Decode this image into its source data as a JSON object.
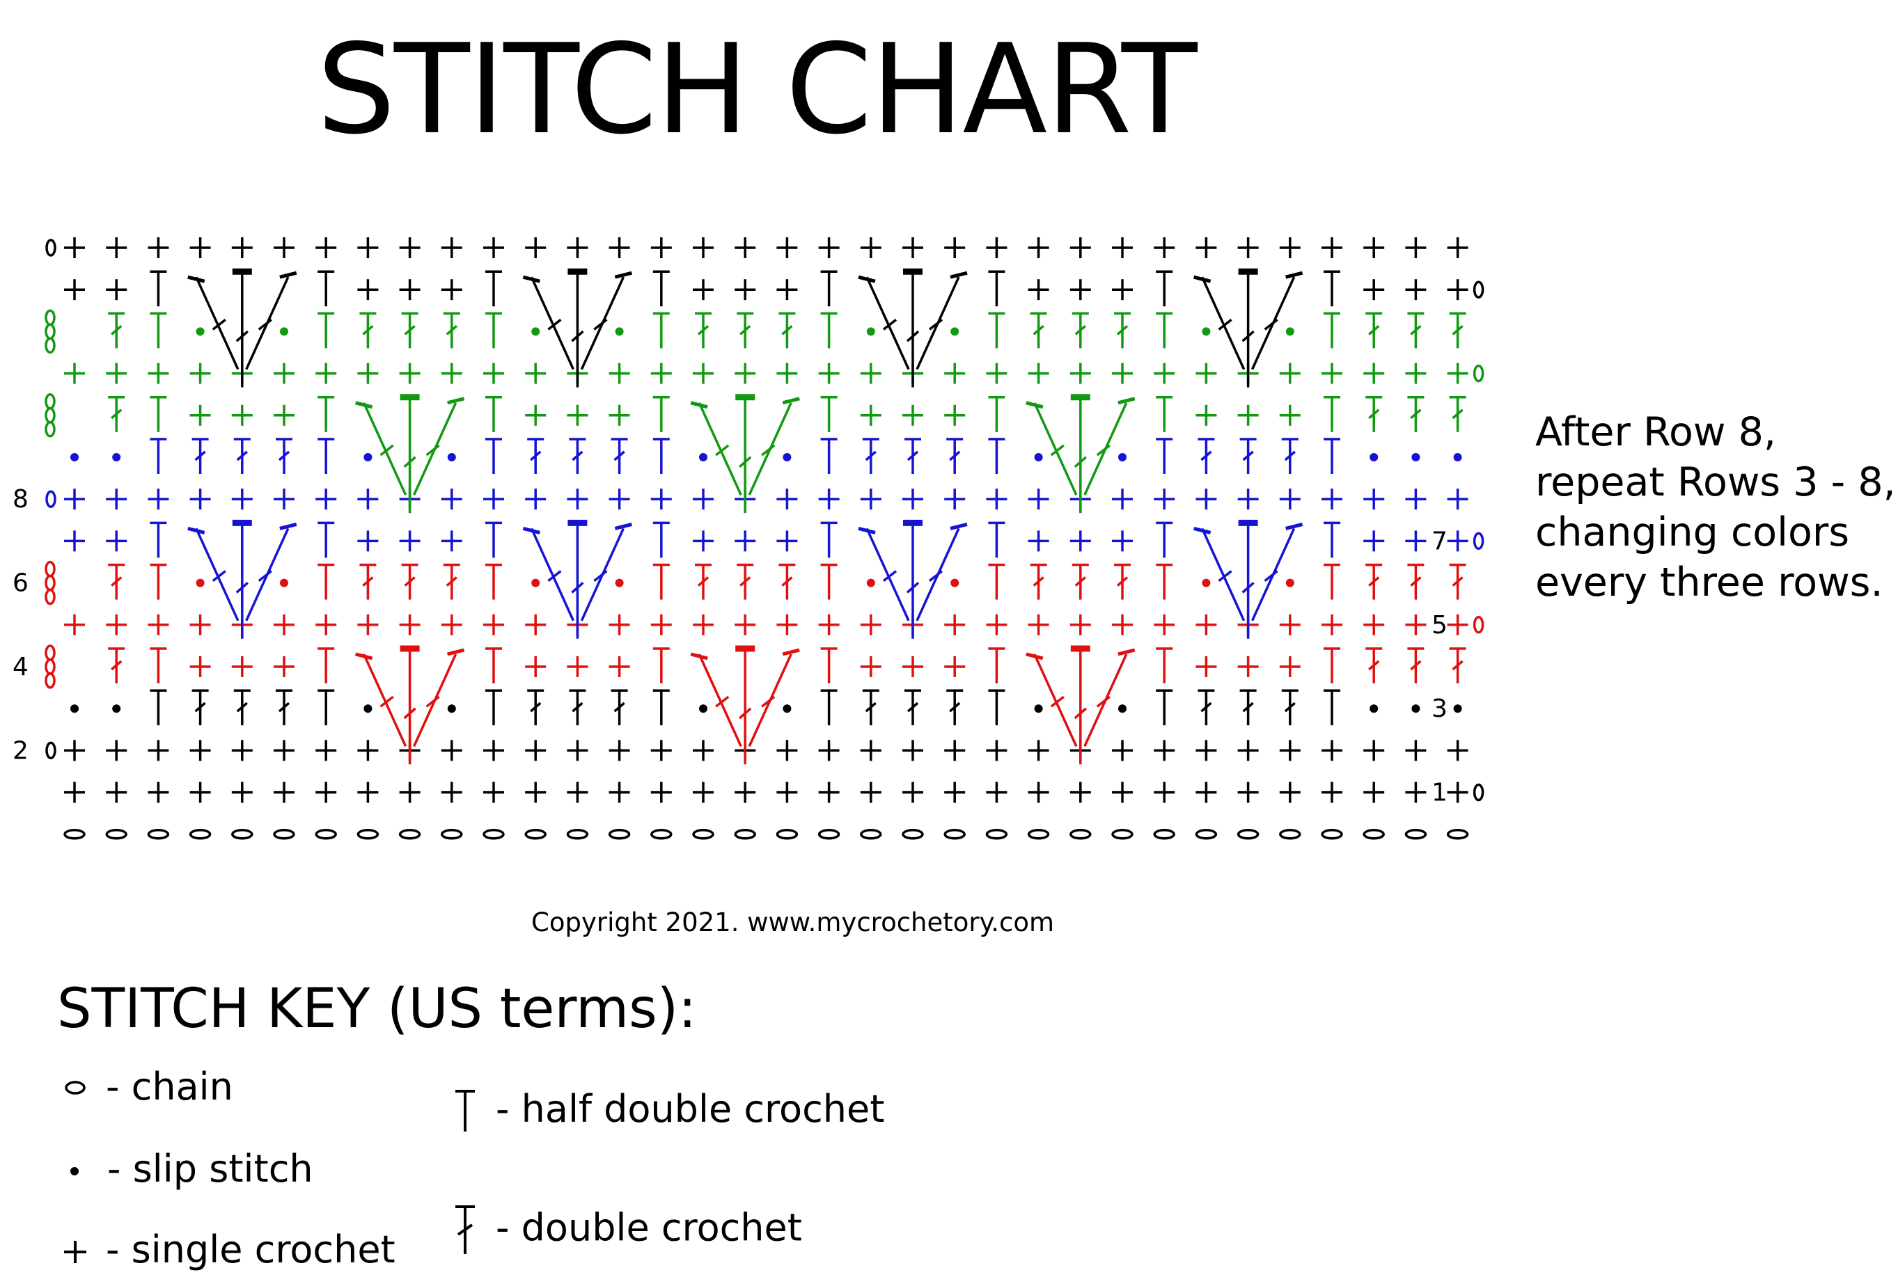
{
  "title": "STITCH CHART",
  "repeat_note": [
    "After Row 8,",
    "repeat Rows 3 - 8,",
    "changing colors",
    "every three rows."
  ],
  "copyright": "Copyright 2021. www.mycrochetory.com",
  "stitch_key": {
    "title": "STITCH KEY (US terms):",
    "entries": [
      {
        "symbol": "chain-icon",
        "label": "- chain"
      },
      {
        "symbol": "slip-stitch-icon",
        "label": "- slip stitch"
      },
      {
        "symbol": "single-crochet-icon",
        "label": "- single crochet"
      },
      {
        "symbol": "half-double-crochet-icon",
        "label": "- half double crochet"
      },
      {
        "symbol": "double-crochet-icon",
        "label": "- double crochet"
      }
    ]
  },
  "row_numbers": {
    "left": [
      "8",
      "6",
      "4",
      "2"
    ],
    "right": [
      "7",
      "5",
      "3",
      "1"
    ]
  },
  "colors": {
    "black": "#000000",
    "green": "#119911",
    "blue": "#1414d2",
    "red": "#e01010"
  },
  "chart_rows": [
    {
      "row": 0,
      "color": "black",
      "symbols": "SSSSSSSSSSSSSSSSSSSSSSSSSSSSSSSSSS",
      "start_chain": true,
      "end_chain": false
    },
    {
      "row": 1,
      "color": "black",
      "symbols": "SSHXXXHSSSHXXXHSSSHXXXHSSSHXXXHSSS",
      "start_chain": false,
      "end_chain": true
    },
    {
      "row": 2,
      "color": "green",
      "symbols": "CDHPXPHDDDHPXPHDDDHPXPHDDDHPXPHDDD",
      "start_chain": false,
      "end_chain": false
    },
    {
      "row": 3,
      "color": "green",
      "symbols": "SSSSSSSSSSSSSSSSSSSSSSSSSSSSSSSSSS",
      "start_chain": false,
      "end_chain": true
    },
    {
      "row": 4,
      "color": "green",
      "symbols": "CDHSSSHXXXHSSSHXXXHSSSHXXXHSSSHDDD",
      "start_chain": false,
      "end_chain": false
    },
    {
      "row": 5,
      "color": "blue",
      "symbols": "PPHDDDHPXPHDDDHPXPHDDDHPXPHDDDHPPP",
      "start_chain": false,
      "end_chain": false
    },
    {
      "row": 6,
      "color": "blue",
      "symbols": "SSSSSSSSSSSSSSSSSSSSSSSSSSSSSSSSSS",
      "start_chain": true,
      "end_chain": false
    },
    {
      "row": 7,
      "color": "blue",
      "symbols": "SSHXXXHSSSHXXXHSSSHXXXHSSSHXXXHSSS",
      "start_chain": false,
      "end_chain": true
    },
    {
      "row": 8,
      "color": "red",
      "symbols": "CDHPXPHDDDHPXPHDDDHPXPHDDDHPXPHDDD",
      "start_chain": false,
      "end_chain": false
    },
    {
      "row": 9,
      "color": "red",
      "symbols": "SSSSSSSSSSSSSSSSSSSSSSSSSSSSSSSSSS",
      "start_chain": false,
      "end_chain": true
    },
    {
      "row": 10,
      "color": "red",
      "symbols": "CDHSSSHXXXHSSSHXXXHSSSHXXXHSSSHDDD",
      "start_chain": false,
      "end_chain": false
    },
    {
      "row": 11,
      "color": "black",
      "symbols": "PPHDDDHPXPHDDDHPXPHDDDHPXPHDDDHPPP",
      "start_chain": false,
      "end_chain": false
    },
    {
      "row": 12,
      "color": "black",
      "symbols": "SSSSSSSSSSSSSSSSSSSSSSSSSSSSSSSSSS",
      "start_chain": true,
      "end_chain": false
    },
    {
      "row": 13,
      "color": "black",
      "symbols": "SSSSSSSSSSSSSSSSSSSSSSSSSSSSSSSSSS",
      "start_chain": false,
      "end_chain": true
    },
    {
      "row": 14,
      "color": "black",
      "symbols": "OOOOOOOOOOOOOOOOOOOOOOOOOOOOOOOOOO",
      "start_chain": false,
      "end_chain": false
    }
  ],
  "fans": [
    {
      "color": "black",
      "center_columns": [
        4,
        12,
        20,
        28
      ],
      "top_row": 1,
      "base_row": 3
    },
    {
      "color": "green",
      "center_columns": [
        8,
        16,
        24
      ],
      "top_row": 4,
      "base_row": 6
    },
    {
      "color": "blue",
      "center_columns": [
        4,
        12,
        20,
        28
      ],
      "top_row": 7,
      "base_row": 9
    },
    {
      "color": "red",
      "center_columns": [
        8,
        16,
        24
      ],
      "top_row": 10,
      "base_row": 12
    }
  ]
}
